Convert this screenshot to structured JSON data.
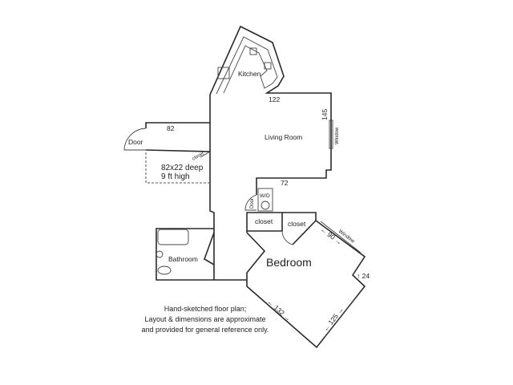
{
  "rooms": {
    "kitchen": "Kitchen",
    "living_room": "Living Room",
    "bedroom": "Bedroom",
    "bathroom": "Bathroom",
    "closet_hall": "closet",
    "closet_bed_1": "closet",
    "closet_bed_2": "closet",
    "wd": "W/D"
  },
  "doors": {
    "entry": "Door",
    "wd": "Door"
  },
  "windows": {
    "living": "Window",
    "bedroom": "Window"
  },
  "dimensions": {
    "kitchen_wall": "122",
    "living_right": "145",
    "entry_wall": "82",
    "hall_wall": "72",
    "storage_size": "82x22 deep",
    "storage_height": "9 ft high",
    "bedroom_window": "← 90 →",
    "bedroom_jog": "↑ 24",
    "bedroom_sw": "← 132 →",
    "bedroom_se": "← 125 →"
  },
  "note": [
    "Hand-sketched floor plan;",
    "Layout & dimensions are approximate",
    "and provided for general reference only."
  ]
}
